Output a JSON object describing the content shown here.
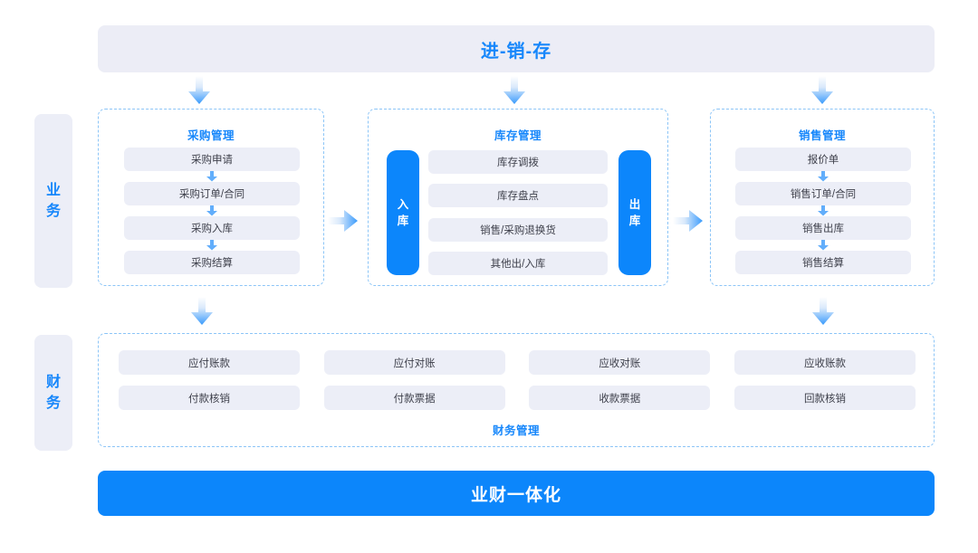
{
  "header": {
    "title": "进-销-存"
  },
  "footer": {
    "title": "业财一体化"
  },
  "side_labels": {
    "business": {
      "name": "业务",
      "chars": [
        "业",
        "务"
      ]
    },
    "finance": {
      "name": "财务",
      "chars": [
        "财",
        "务"
      ]
    }
  },
  "sections": {
    "purchase": {
      "title": "采购管理",
      "items": [
        "采购申请",
        "采购订单/合同",
        "采购入库",
        "采购结算"
      ]
    },
    "inventory": {
      "title": "库存管理",
      "in_bar": {
        "name": "入库",
        "chars": [
          "入",
          "库"
        ]
      },
      "out_bar": {
        "name": "出库",
        "chars": [
          "出",
          "库"
        ]
      },
      "items": [
        "库存调拨",
        "库存盘点",
        "销售/采购退换货",
        "其他出/入库"
      ]
    },
    "sales": {
      "title": "销售管理",
      "items": [
        "报价单",
        "销售订单/合同",
        "销售出库",
        "销售结算"
      ]
    },
    "finance": {
      "title": "财务管理",
      "items": [
        "应付账款",
        "应付对账",
        "应收对账",
        "应收账款",
        "付款核销",
        "付款票据",
        "收款票据",
        "回款核销"
      ]
    }
  },
  "icons": {
    "arrow_down": "arrow-down-icon",
    "arrow_right": "arrow-right-icon",
    "mini_arrow_down": "mini-arrow-down-icon"
  },
  "colors": {
    "accent_blue": "#0c86fb",
    "title_blue": "#1787fb",
    "chip_bg": "#eceef7",
    "dashed_border": "#8cc5f7",
    "banner_bg": "#ecedf6",
    "text_dark": "#3d3f4a",
    "page_bg": "#ffffff"
  }
}
